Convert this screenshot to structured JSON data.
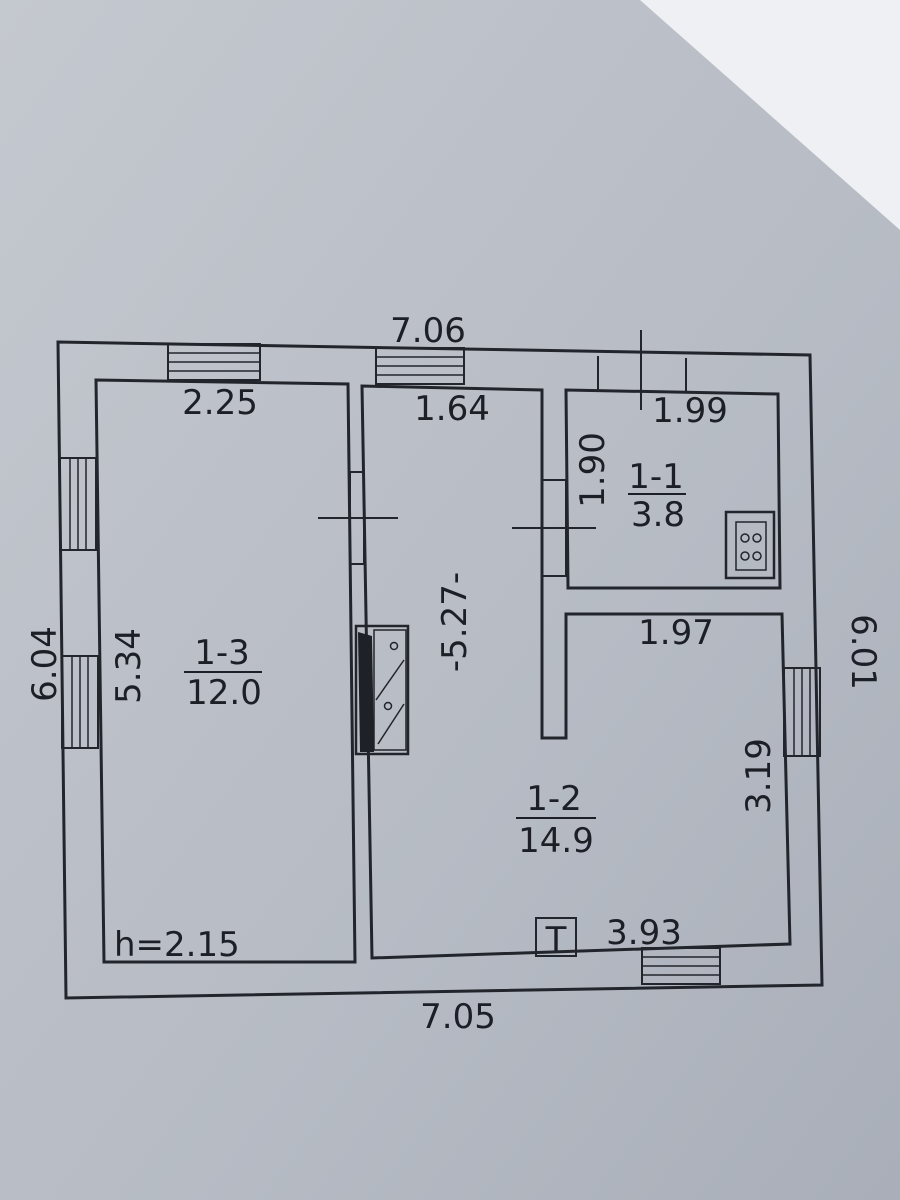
{
  "plan": {
    "outer_top": "7.06",
    "outer_bottom": "7.05",
    "outer_left": "6.04",
    "outer_right": "6.01",
    "corridor_length": "-5.27-",
    "height_note": "h=2.15",
    "rooms": [
      {
        "id": "1-1",
        "area": "3.8",
        "width": "1.99",
        "depth": "1.90"
      },
      {
        "id": "1-2",
        "area": "14.9",
        "width": "1.97",
        "bottom_width": "3.93",
        "depth": "3.19"
      },
      {
        "id": "1-3",
        "area": "12.0",
        "width": "2.25",
        "depth": "5.34"
      }
    ],
    "middle_width": "1.64",
    "toilet_mark": "T"
  }
}
